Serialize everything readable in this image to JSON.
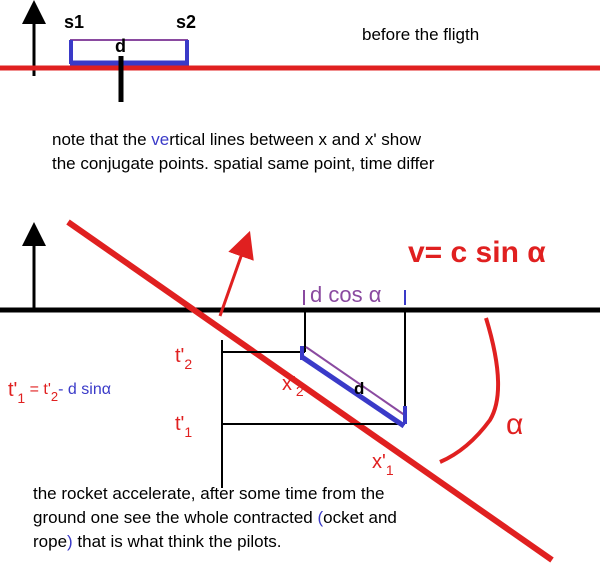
{
  "top": {
    "label_s1": "s1",
    "label_s2": "s2",
    "label_d": "d",
    "caption": "before the fligth"
  },
  "note": {
    "line1_pre": "note that  the ",
    "line1_ve": "ve",
    "line1_post": "rtical lines between x and x' show",
    "line2": "the conjugate points. spatial same point, time differ"
  },
  "bottom": {
    "velocity": "v= c sin α",
    "dcos": "d cos α",
    "t2": "t'",
    "t2_sub": "2",
    "t1": "t'",
    "t1_sub": "1",
    "eq_t": "t'",
    "eq_t_sub": "1",
    "eq_mid": " = t'",
    "eq_mid_sub": "2",
    "eq_tail": "- d sinα",
    "x2": "x'",
    "x2_sub": "2",
    "x1": "x'",
    "x1_sub": "1",
    "d_label": "d",
    "alpha": "α"
  },
  "paragraph": {
    "line1": "the rocket accelerate, after some time from the",
    "line2_pre": "ground one see the whole contracted ",
    "line2_paren": "(",
    "line2_post": "ocket and",
    "line3_pre": "rope",
    "line3_paren": ")",
    "line3_post": " that is what think the pilots."
  },
  "colors": {
    "red": "#e02020",
    "blue": "#3a3ac8",
    "purple": "#8a4aa0",
    "black": "#000000"
  }
}
